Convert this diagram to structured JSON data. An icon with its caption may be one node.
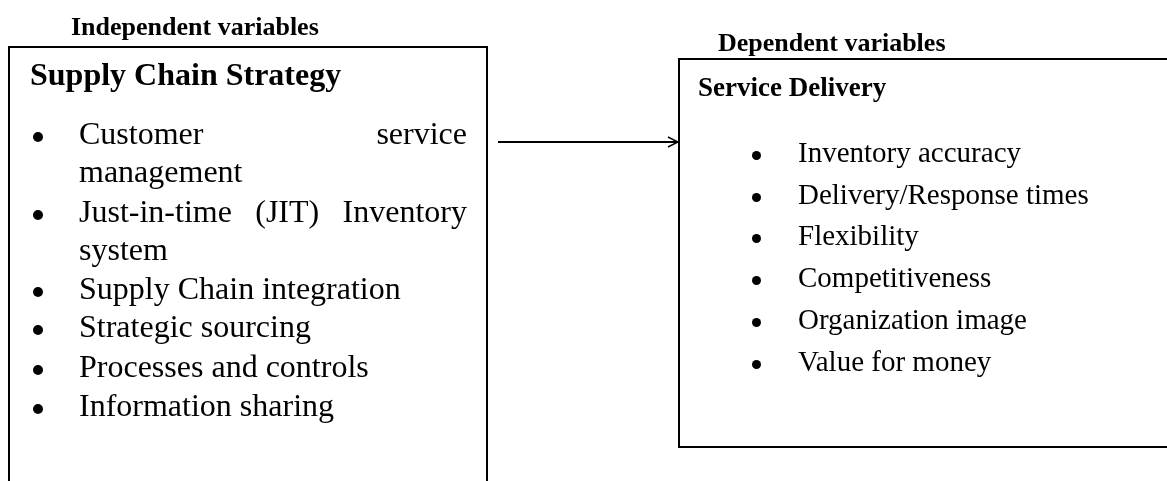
{
  "diagram": {
    "nodes": [
      {
        "text": [
          "Independent variables",
          "Supply Chain Strategy",
          "Customer service management",
          "Just-in-time (JIT) Inventory system",
          "Supply Chain integration",
          "Strategic sourcing",
          "Processes and controls",
          "Information sharing"
        ]
      },
      {
        "text": [
          "Dependent variables",
          "Service Delivery",
          "Inventory accuracy",
          "Delivery/Response times",
          "Flexibility",
          "Competitiveness",
          "Organization image",
          "Value for money"
        ]
      }
    ],
    "edges": [
      {
        "from": 0,
        "to": 1,
        "arrow": "to"
      }
    ]
  }
}
